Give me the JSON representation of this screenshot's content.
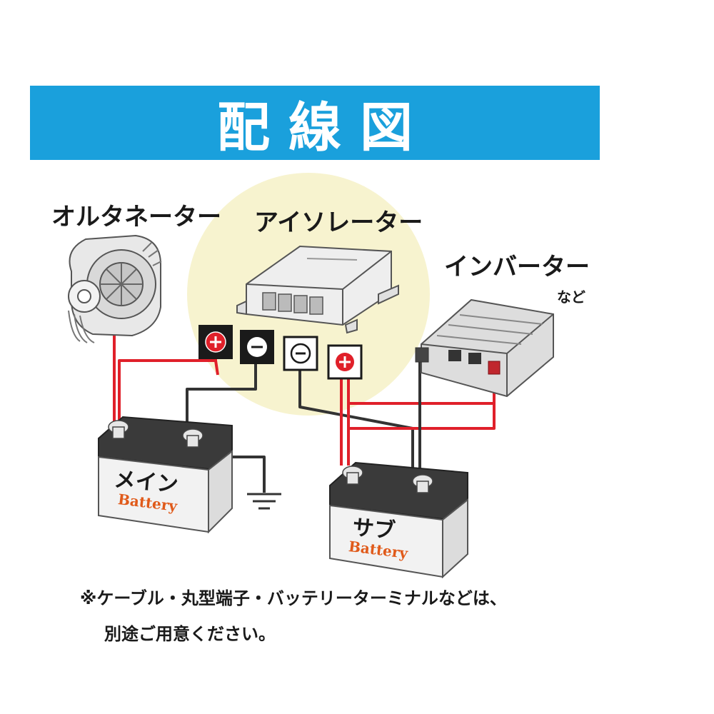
{
  "banner": {
    "title": "配線図",
    "color": "#1aa0dc"
  },
  "labels": {
    "alternator": "オルタネーター",
    "isolator": "アイソレーター",
    "inverter": "インバーター",
    "inverter_suffix": "など"
  },
  "batteries": {
    "main": {
      "label": "メイン",
      "brand": "Battery"
    },
    "sub": {
      "label": "サブ",
      "brand": "Battery"
    }
  },
  "terminals": [
    {
      "symbol": "+",
      "style": "red-on-black"
    },
    {
      "symbol": "−",
      "style": "white-on-black"
    },
    {
      "symbol": "−",
      "style": "black-on-white"
    },
    {
      "symbol": "+",
      "style": "red-on-white"
    }
  ],
  "note": {
    "line1": "※ケーブル・丸型端子・バッテリーターミナルなどは、",
    "line2": "別途ご用意ください。"
  },
  "colors": {
    "highlight_circle": "#f7f3cf",
    "wire_red": "#e0202a",
    "wire_black": "#333333",
    "battery_top": "#3a3a3a",
    "brand": "#e05a1a"
  }
}
